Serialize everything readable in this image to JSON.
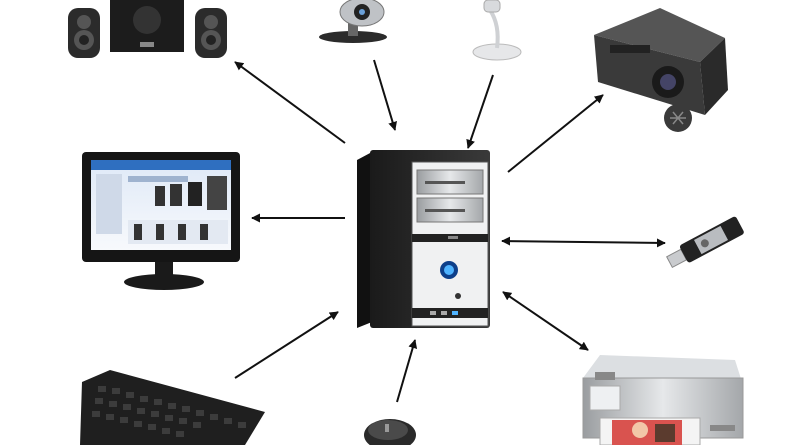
{
  "diagram": {
    "hub": {
      "name": "system-unit",
      "kind": "computer-tower"
    },
    "devices": [
      {
        "name": "speakers",
        "icon": "speakers-icon",
        "link": "output"
      },
      {
        "name": "webcam",
        "icon": "webcam-icon",
        "link": "input"
      },
      {
        "name": "microphone",
        "icon": "microphone-icon",
        "link": "input"
      },
      {
        "name": "projector",
        "icon": "projector-icon",
        "link": "output"
      },
      {
        "name": "monitor",
        "icon": "monitor-icon",
        "link": "output"
      },
      {
        "name": "usb-drive",
        "icon": "usb-drive-icon",
        "link": "bidirectional"
      },
      {
        "name": "keyboard",
        "icon": "keyboard-icon",
        "link": "input"
      },
      {
        "name": "mouse",
        "icon": "mouse-icon",
        "link": "input"
      },
      {
        "name": "printer",
        "icon": "printer-icon",
        "link": "bidirectional"
      }
    ],
    "colors": {
      "arrow": "#111111",
      "device_dark": "#2b2b2b",
      "device_silver": "#c8cacc",
      "screen_blue": "#2f6fc0",
      "accent_blue": "#2a90e0"
    }
  }
}
